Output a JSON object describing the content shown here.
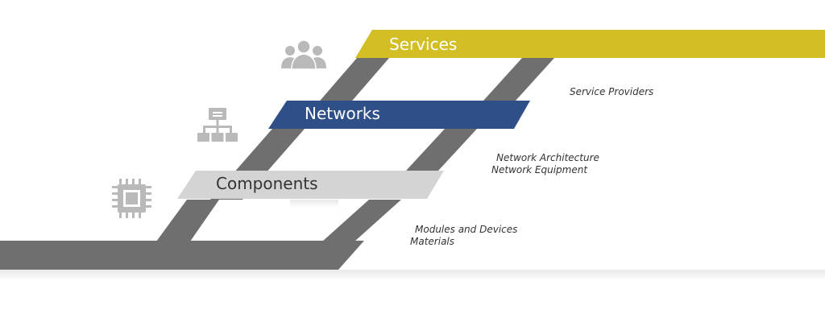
{
  "layers": [
    {
      "id": "services",
      "label": "Services",
      "color": "#d3bf25",
      "text_color": "#ffffff",
      "icon": "people-icon",
      "descriptions": [
        "Service Providers"
      ]
    },
    {
      "id": "networks",
      "label": "Networks",
      "color": "#2e4f88",
      "text_color": "#ffffff",
      "icon": "network-hierarchy-icon",
      "descriptions": [
        "Network Architecture",
        "Network Equipment"
      ]
    },
    {
      "id": "components",
      "label": "Components",
      "color": "#d4d4d4",
      "text_color": "#333333",
      "icon": "chip-icon",
      "descriptions": [
        "Modules and Devices",
        "Materials"
      ]
    }
  ],
  "colors": {
    "connector": "#6f6f6f",
    "panel": "#ffffff",
    "panel_shadow": "#e8e8e8"
  }
}
